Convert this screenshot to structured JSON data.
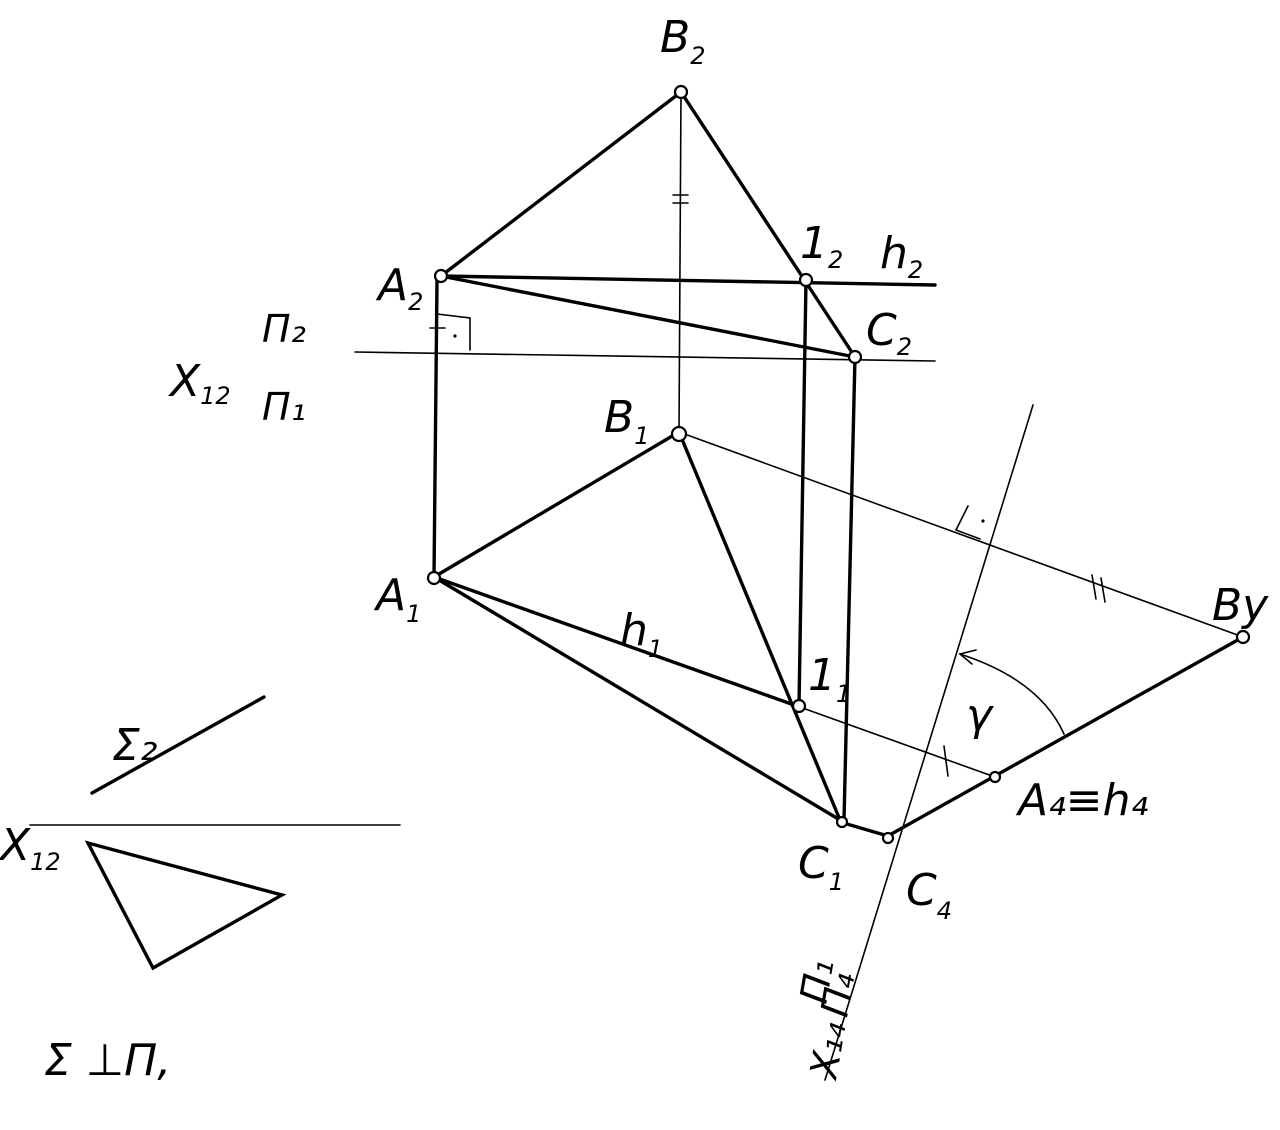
{
  "diagram": {
    "points": {
      "B2": {
        "main": "B",
        "sub": "2"
      },
      "A2": {
        "main": "A",
        "sub": "2"
      },
      "one2": {
        "main": "1",
        "sub": "2"
      },
      "h2": {
        "main": "h",
        "sub": "2"
      },
      "C2": {
        "main": "C",
        "sub": "2"
      },
      "B1": {
        "main": "B",
        "sub": "1"
      },
      "A1": {
        "main": "A",
        "sub": "1"
      },
      "h1": {
        "main": "h",
        "sub": "1"
      },
      "one1": {
        "main": "1",
        "sub": "1"
      },
      "C1": {
        "main": "C",
        "sub": "1"
      },
      "C4": {
        "main": "C",
        "sub": "4"
      },
      "A4h4": "A₄≡h₄",
      "By": "By"
    },
    "axis_x12": {
      "x": "X",
      "sub": "12",
      "upper": "Π₂",
      "lower": "Π₁"
    },
    "axis_x14": {
      "label": "X₁₄",
      "upper": "Π₁",
      "lower": "Π₄"
    },
    "angle": "γ",
    "sigma_trace": "Σ₂",
    "inset_axis": {
      "x": "X",
      "sub": "12"
    },
    "condition": "Σ ⊥Π,"
  }
}
